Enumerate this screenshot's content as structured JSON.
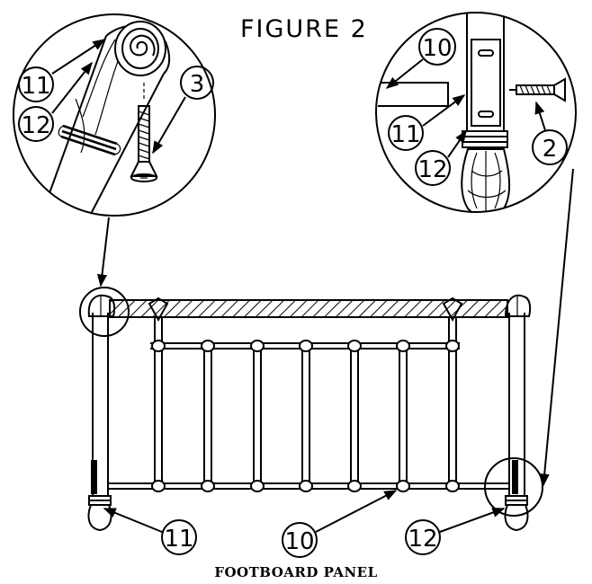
{
  "figure": {
    "title": "FIGURE 2",
    "caption": "FOOTBOARD PANEL"
  },
  "callouts": {
    "left_detail": {
      "n11": "11",
      "n12": "12",
      "n3": "3"
    },
    "right_detail": {
      "n10": "10",
      "n11": "11",
      "n12": "12",
      "n2": "2"
    },
    "panel": {
      "n11": "11",
      "n10": "10",
      "n12": "12"
    }
  }
}
